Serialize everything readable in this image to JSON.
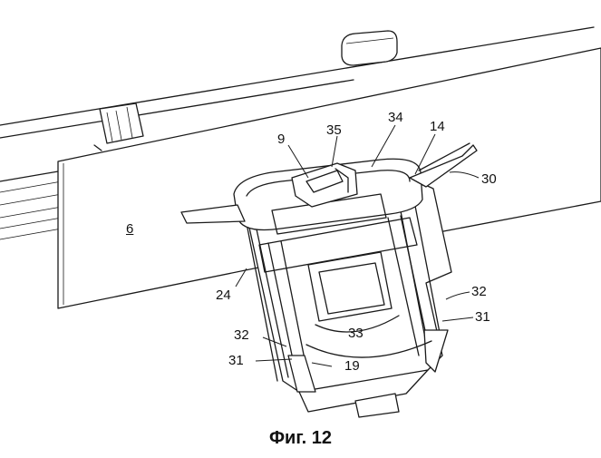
{
  "figure": {
    "caption": "Фиг. 12",
    "labels": {
      "l6": "6",
      "l9": "9",
      "l14": "14",
      "l19": "19",
      "l24": "24",
      "l30": "30",
      "l31a": "31",
      "l31b": "31",
      "l32a": "32",
      "l32b": "32",
      "l33": "33",
      "l34": "34",
      "l35": "35"
    }
  }
}
